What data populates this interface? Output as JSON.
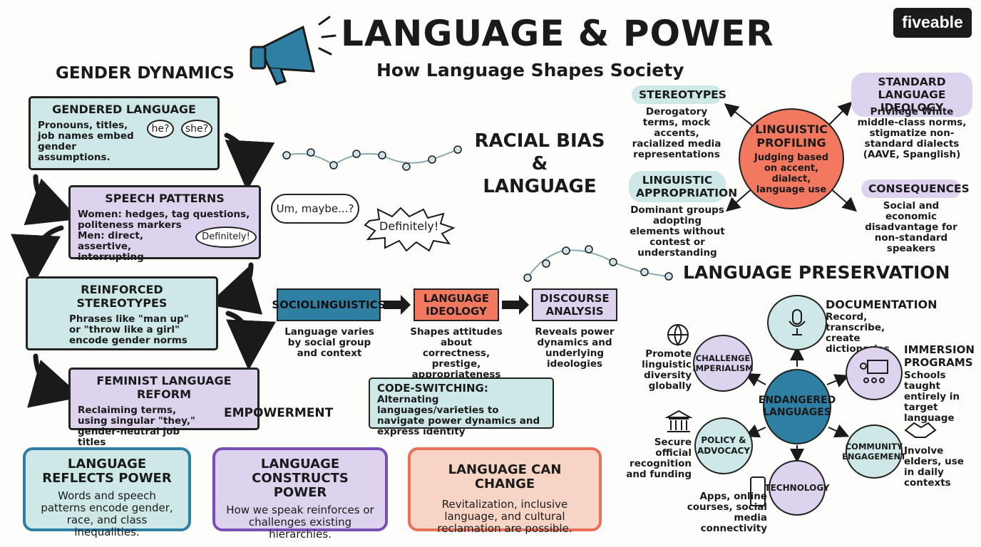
{
  "header": {
    "title": "LANGUAGE & POWER",
    "subtitle": "How Language Shapes Society",
    "logo": "fiveable",
    "megaphone_icon": "megaphone-icon"
  },
  "gender": {
    "heading": "GENDER DYNAMICS",
    "gendered": {
      "title": "GENDERED LANGUAGE",
      "text": "Pronouns, titles, job names embed gender assumptions.",
      "bubble1": "he?",
      "bubble2": "she?"
    },
    "speech": {
      "title": "SPEECH PATTERNS",
      "text1": "Women: hedges, tag questions, politeness markers",
      "text2": "Men: direct, assertive, interrupting",
      "bubble": "Definitely!"
    },
    "stereotypes": {
      "title": "REINFORCED STEREOTYPES",
      "text": "Phrases like \"man up\" or \"throw like a girl\" encode gender norms"
    },
    "feminist": {
      "title": "FEMINIST LANGUAGE REFORM",
      "text": "Reclaiming terms, using singular \"they,\" gender-neutral job titles",
      "empowerment": "EMPOWERMENT"
    }
  },
  "middle": {
    "bubble_um": "Um, maybe...?",
    "bubble_definitely": "Definitely!",
    "racial_heading": "RACIAL BIAS & LANGUAGE",
    "flow": [
      {
        "label": "SOCIOLINGUISTICS",
        "caption": "Language varies by social group and context"
      },
      {
        "label": "LANGUAGE IDEOLOGY",
        "caption": "Shapes attitudes about correctness, prestige, appropriateness"
      },
      {
        "label": "DISCOURSE ANALYSIS",
        "caption": "Reveals power dynamics and underlying ideologies"
      }
    ],
    "code_switching": {
      "term": "CODE-SWITCHING:",
      "text": "Alternating languages/varieties to navigate power dynamics and express identity"
    }
  },
  "profiling": {
    "center_title": "LINGUISTIC PROFILING",
    "center_text": "Judging based on accent, dialect, language use",
    "stereotypes": {
      "label": "STEREOTYPES",
      "text": "Derogatory terms, mock accents, racialized media representations"
    },
    "standard": {
      "label": "STANDARD LANGUAGE IDEOLOGY",
      "text": "Privilege White middle-class norms, stigmatize non-standard dialects (AAVE, Spanglish)"
    },
    "appropriation": {
      "label": "LINGUISTIC APPROPRIATION",
      "text": "Dominant groups adopting elements without contest or understanding"
    },
    "consequences": {
      "label": "CONSEQUENCES",
      "text": "Social and economic disadvantage for non-standard speakers"
    }
  },
  "preservation": {
    "heading": "LANGUAGE PRESERVATION",
    "center": "ENDANGERED LANGUAGES",
    "documentation": {
      "title": "DOCUMENTATION",
      "text": "Record, transcribe, create dictionaries"
    },
    "immersion": {
      "title": "IMMERSION PROGRAMS",
      "text": "Schools taught entirely in target language"
    },
    "community": {
      "label": "COMMUNITY ENGAGEMENT",
      "text": "Involve elders, use in daily contexts"
    },
    "technology": {
      "label": "TECHNOLOGY",
      "text": "Apps, online courses, social media connectivity"
    },
    "policy": {
      "label": "POLICY & ADVOCACY",
      "text": "Secure official recognition and funding"
    },
    "challenge": {
      "label": "CHALLENGE IMPERIALISM",
      "text": "Promote linguistic diversity globally"
    }
  },
  "cards": [
    {
      "title": "LANGUAGE REFLECTS POWER",
      "text": "Words and speech patterns encode gender, race, and class inequalities."
    },
    {
      "title": "LANGUAGE CONSTRUCTS POWER",
      "text": "How we speak reinforces or challenges existing hierarchies."
    },
    {
      "title": "LANGUAGE CAN CHANGE",
      "text": "Revitalization, inclusive language, and cultural reclamation are possible."
    }
  ],
  "colors": {
    "teal": "#cde8e6",
    "purple": "#ddd3ef",
    "orange": "#f6c7b0",
    "deep_teal": "#2f7fa3",
    "coral": "#f2795f"
  }
}
